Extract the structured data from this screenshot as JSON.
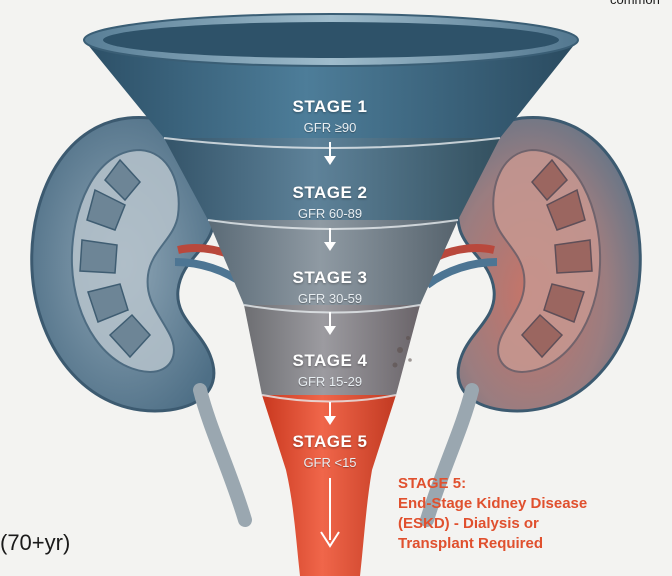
{
  "stages": [
    {
      "title": "STAGE 1",
      "gfr": "GFR ≥90"
    },
    {
      "title": "STAGE 2",
      "gfr": "GFR 60-89"
    },
    {
      "title": "STAGE 3",
      "gfr": "GFR 30-59"
    },
    {
      "title": "STAGE 4",
      "gfr": "GFR 15-29"
    },
    {
      "title": "STAGE 5",
      "gfr": "GFR <15"
    }
  ],
  "callout": {
    "line1": "STAGE 5:",
    "line2": "End-Stage Kidney Disease",
    "line3": "(ESKD) - Dialysis or",
    "line4": "Transplant Required"
  },
  "left_fragment": "(70+yr)",
  "top_right_fragment": "common",
  "colors": {
    "funnel_blue": "#3d6781",
    "funnel_gray": "#8a9098",
    "stage5_red": "#e5533a",
    "callout_red": "#e0502e"
  }
}
